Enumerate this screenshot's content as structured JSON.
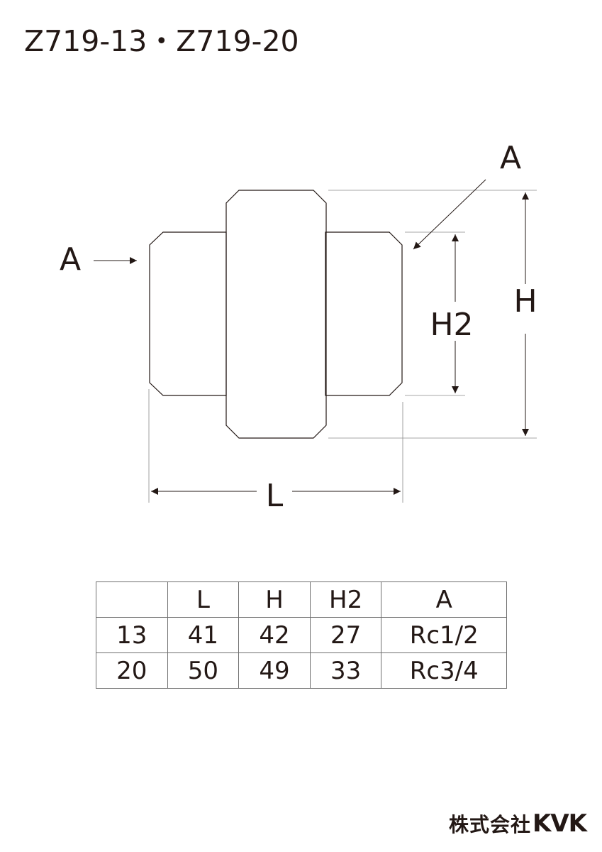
{
  "title": "Z719-13・Z719-20",
  "dimension_labels": {
    "a_left": "A",
    "a_right": "A",
    "h": "H",
    "h2": "H2",
    "l": "L"
  },
  "spec_table": {
    "headers": [
      "",
      "L",
      "H",
      "H2",
      "A"
    ],
    "rows": [
      [
        "13",
        "41",
        "42",
        "27",
        "Rc1/2"
      ],
      [
        "20",
        "50",
        "49",
        "33",
        "Rc3/4"
      ]
    ]
  },
  "brand": {
    "company_jp": "株式会社",
    "logo_text": "KVK"
  },
  "colors": {
    "ink": "#231815",
    "thin_line": "#8a8a8a",
    "table_border": "#6f6f6f"
  }
}
